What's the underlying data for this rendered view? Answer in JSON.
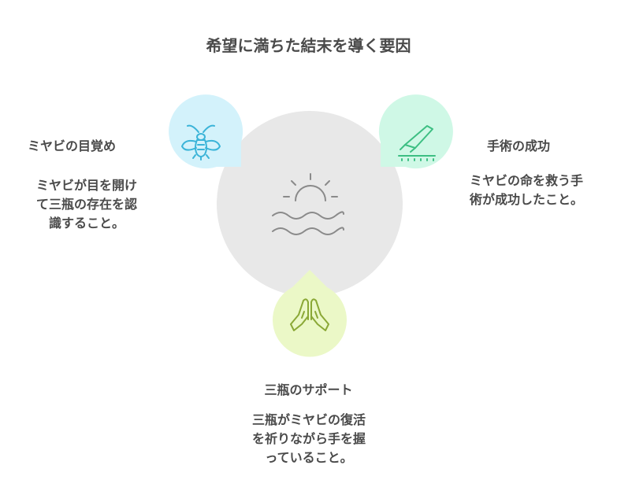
{
  "title": "希望に満ちた結末を導く要因",
  "colors": {
    "center_circle": "#e8e8e8",
    "left_bubble": "#d3f2fb",
    "left_icon": "#3bb4d8",
    "right_bubble": "#cff8e6",
    "right_icon": "#3dbf83",
    "bottom_bubble": "#ebf8c7",
    "bottom_icon": "#8aa836",
    "center_icon": "#8a8a8a"
  },
  "factors": [
    {
      "id": "awakening",
      "icon": "firefly-icon",
      "label": "ミヤビの目覚め",
      "description_lines": [
        "ミヤビが目を開け",
        "て三瓶の存在を認",
        "識すること。"
      ]
    },
    {
      "id": "surgery",
      "icon": "scalpel-icon",
      "label": "手術の成功",
      "description_lines": [
        "ミヤビの命を救う手",
        "術が成功したこと。"
      ]
    },
    {
      "id": "support",
      "icon": "praying-hands-icon",
      "label": "三瓶のサポート",
      "description_lines": [
        "三瓶がミヤビの復活",
        "を祈りながら手を握",
        "っていること。"
      ]
    }
  ],
  "center_icon": "sunrise-over-water-icon"
}
